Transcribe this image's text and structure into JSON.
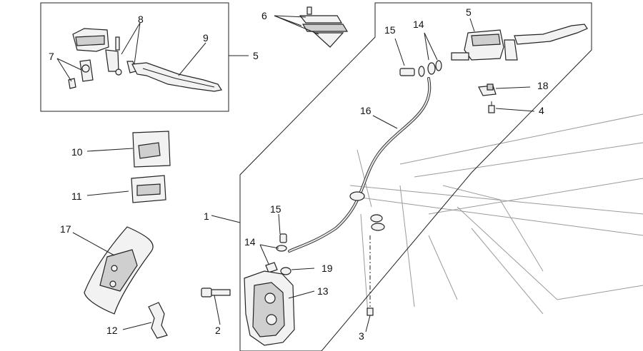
{
  "callouts": [
    {
      "id": "c8",
      "text": "8"
    },
    {
      "id": "c9",
      "text": "9"
    },
    {
      "id": "c7",
      "text": "7"
    },
    {
      "id": "c5a",
      "text": "5"
    },
    {
      "id": "c6",
      "text": "6"
    },
    {
      "id": "c15a",
      "text": "15"
    },
    {
      "id": "c14a",
      "text": "14"
    },
    {
      "id": "c5b",
      "text": "5"
    },
    {
      "id": "c18",
      "text": "18"
    },
    {
      "id": "c4",
      "text": "4"
    },
    {
      "id": "c16",
      "text": "16"
    },
    {
      "id": "c10",
      "text": "10"
    },
    {
      "id": "c11",
      "text": "11"
    },
    {
      "id": "c1",
      "text": "1"
    },
    {
      "id": "c15b",
      "text": "15"
    },
    {
      "id": "c17",
      "text": "17"
    },
    {
      "id": "c14b",
      "text": "14"
    },
    {
      "id": "c19",
      "text": "19"
    },
    {
      "id": "c13",
      "text": "13"
    },
    {
      "id": "c2",
      "text": "2"
    },
    {
      "id": "c12",
      "text": "12"
    },
    {
      "id": "c3",
      "text": "3"
    }
  ]
}
